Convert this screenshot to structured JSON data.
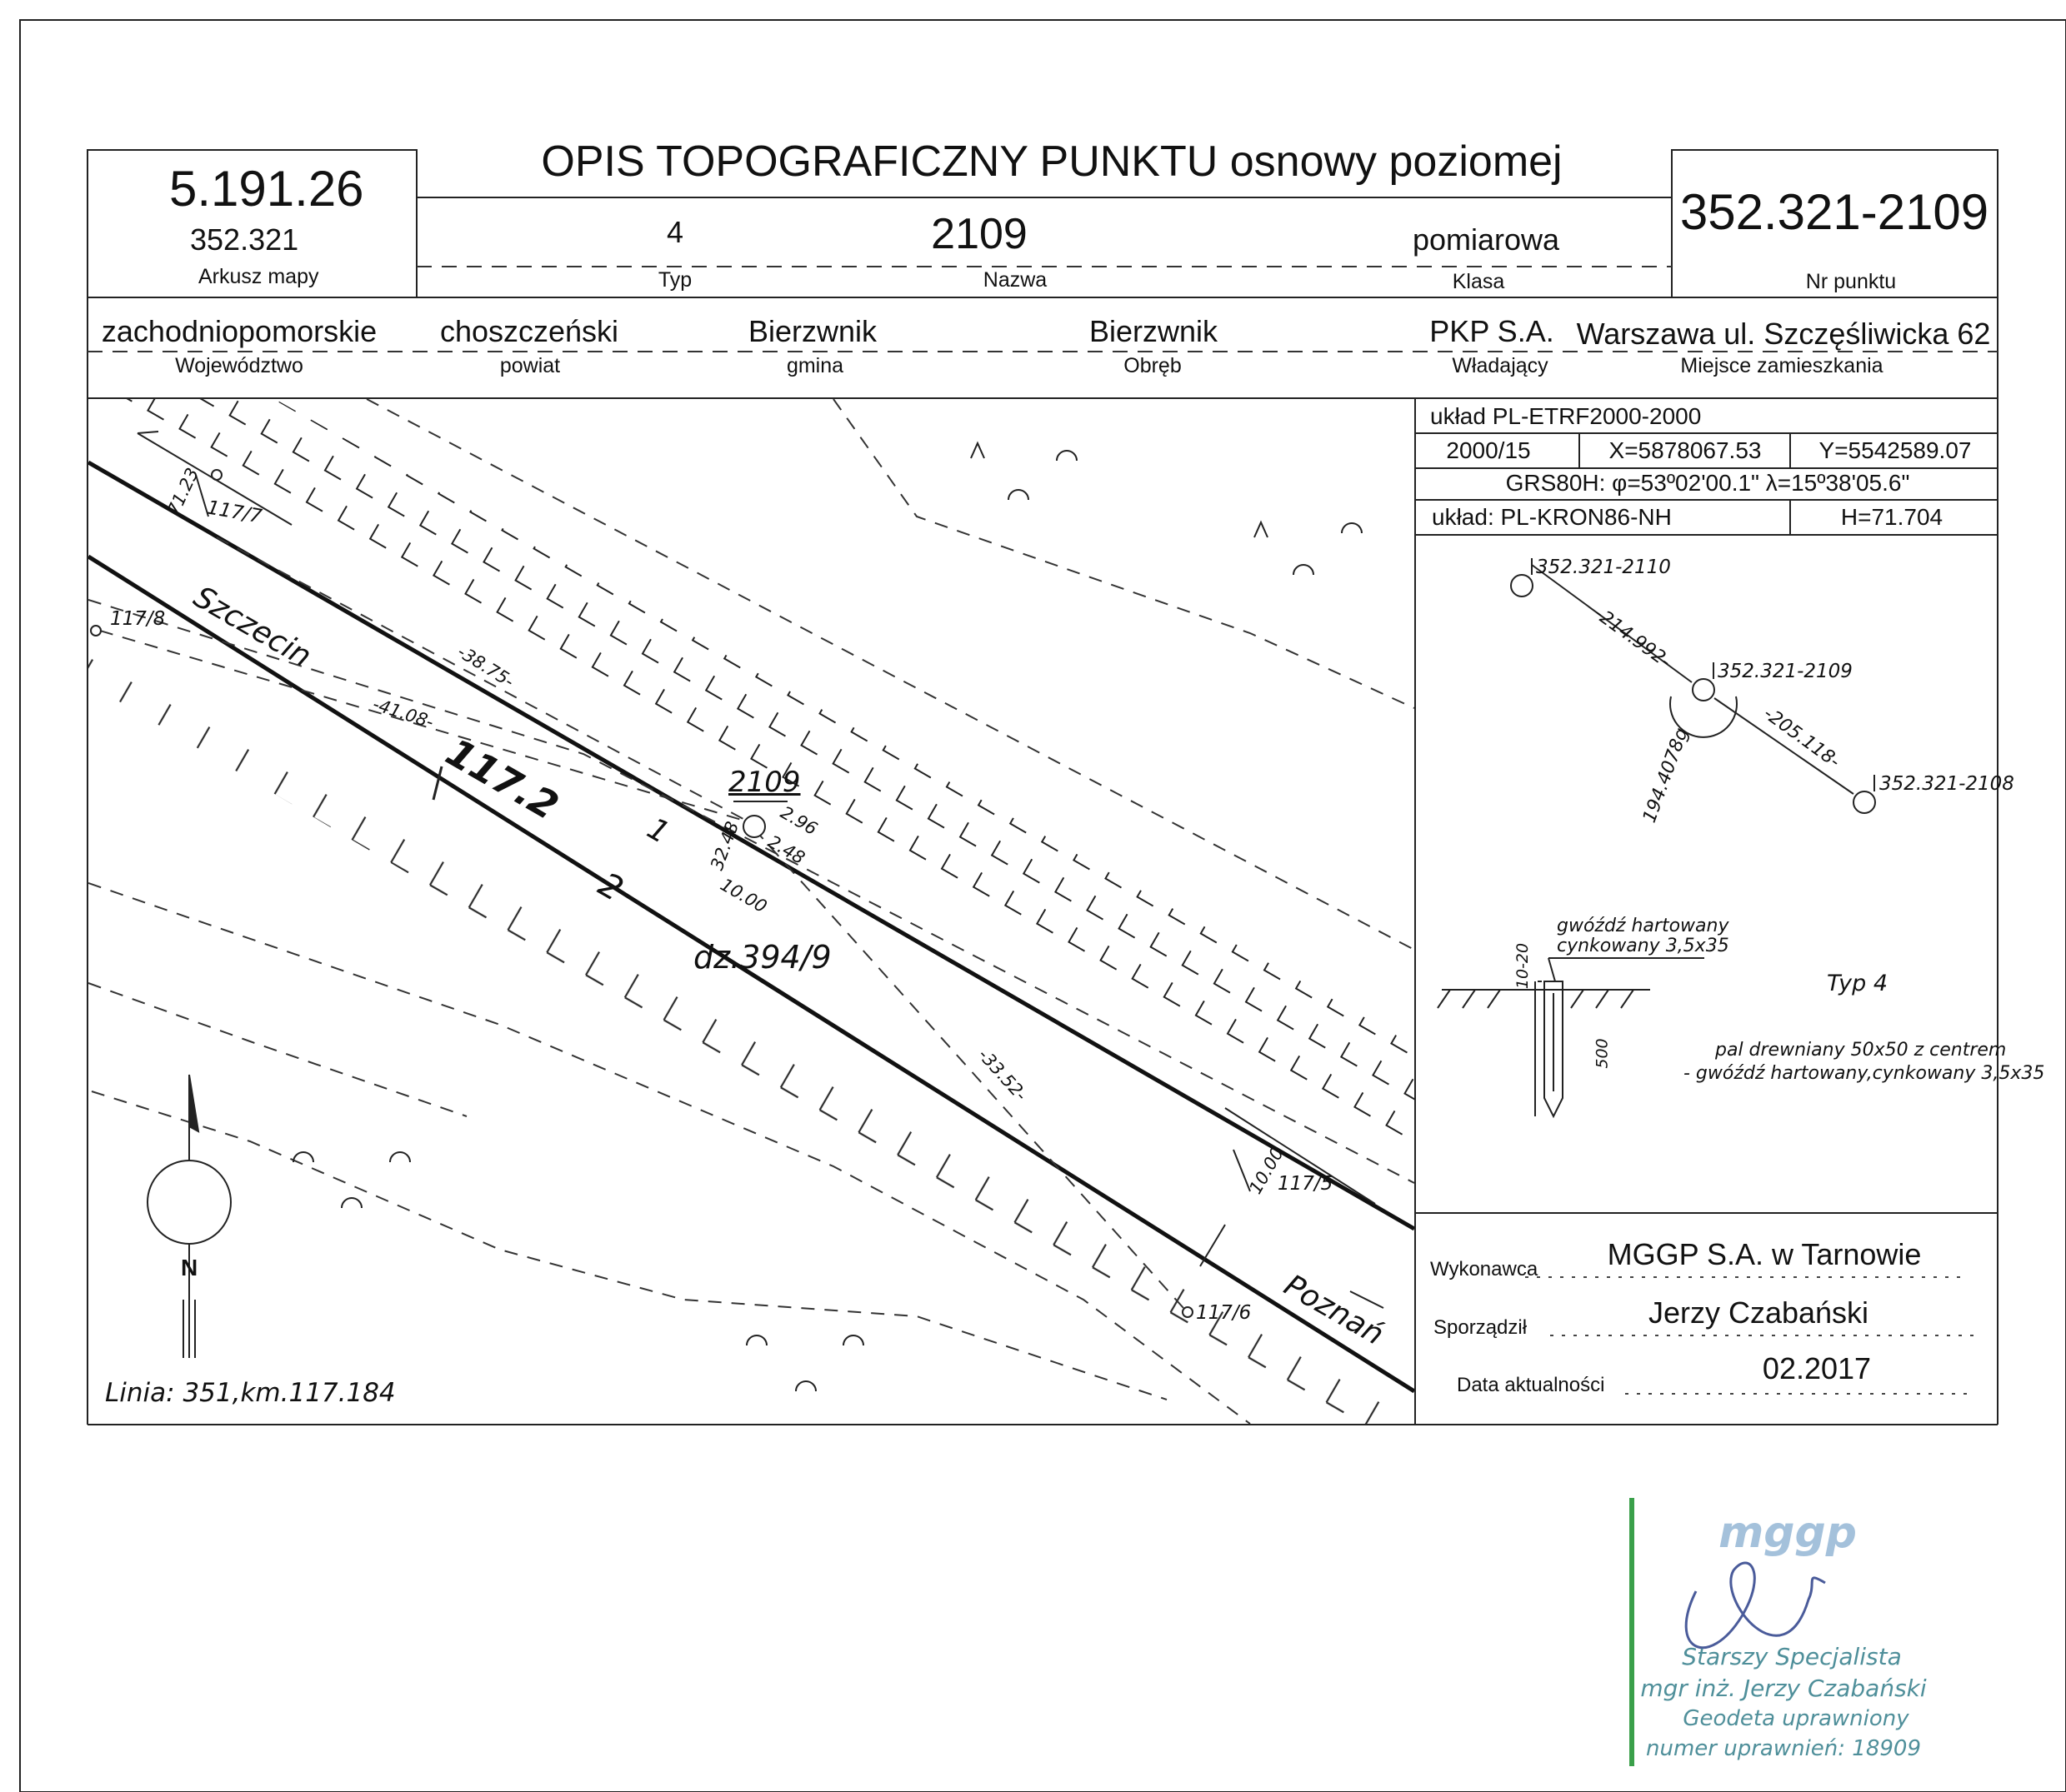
{
  "title": "OPIS TOPOGRAFICZNY PUNKTU osnowy poziomej",
  "sheet": {
    "code": "5.191.26",
    "map_sheet": "352.321",
    "label": "Arkusz mapy"
  },
  "point": {
    "type_value": "4",
    "type_label": "Typ",
    "name_value": "2109",
    "name_label": "Nazwa",
    "class_value": "pomiarowa",
    "class_label": "Klasa",
    "number_value": "352.321-2109",
    "number_label": "Nr punktu"
  },
  "location": [
    {
      "value": "zachodniopomorskie",
      "label": "Województwo"
    },
    {
      "value": "choszczeński",
      "label": "powiat"
    },
    {
      "value": "Bierzwnik",
      "label": "gmina"
    },
    {
      "value": "Bierzwnik",
      "label": "Obręb"
    },
    {
      "value": "PKP S.A.",
      "label": "Władający"
    },
    {
      "value": "Warszawa ul. Szczęśliwicka 62",
      "label": "Miejsce zamieszkania"
    }
  ],
  "coords": {
    "system": "układ PL-ETRF2000-2000",
    "zone": "2000/15",
    "x": "X=5878067.53",
    "y": "Y=5542589.07",
    "grs": "GRS80H: φ=53º02'00.1\" λ=15º38'05.6\"",
    "height_system": "układ: PL-KRON86-NH",
    "height": "H=71.704"
  },
  "scheme": {
    "p2110": "352.321-2110",
    "p2109": "352.321-2109",
    "p2108": "352.321-2108",
    "d1": "-214.992-",
    "d2": "-205.118-",
    "angle": "194.4078g"
  },
  "type_detail": {
    "nail": "gwóźdź hartowany",
    "nail2": "cynkowany 3,5x35",
    "depth": "10-20",
    "length": "500",
    "type": "Typ 4",
    "pile1": "pal drewniany 50x50 z centrem",
    "pile2": "- gwóźdź hartowany,cynkowany 3,5x35"
  },
  "map": {
    "szczecin": "Szczecin",
    "poznan": "Poznań",
    "km": "117.2",
    "track1": "1",
    "track2": "2",
    "parcel": "dz.394/9",
    "point": "2109",
    "linia": "Linia: 351,km.117.184",
    "d3875": "-38.75-",
    "d4108": "-41.08-",
    "d3352": "-33.52-",
    "d1000a": "10.00",
    "d1000b": "10.00",
    "d296": "2.96",
    "d248": "2.48",
    "d3248": "32.48",
    "d7123": "71.23",
    "p1177": "117/7",
    "p1178": "117/8",
    "p1175": "117/5",
    "p1176": "117/6",
    "north": "N"
  },
  "executor": {
    "firm_label": "Wykonawca",
    "firm": "MGGP S.A.  w Tarnowie",
    "author_label": "Sporządził",
    "author": "Jerzy Czabański",
    "date_label": "Data aktualności",
    "date": "02.2017"
  },
  "stamp": {
    "logo": "mggp",
    "line1": "Starszy Specjalista",
    "line2": "mgr inż. Jerzy Czabański",
    "line3": "Geodeta uprawniony",
    "line4": "numer uprawnień: 18909"
  }
}
